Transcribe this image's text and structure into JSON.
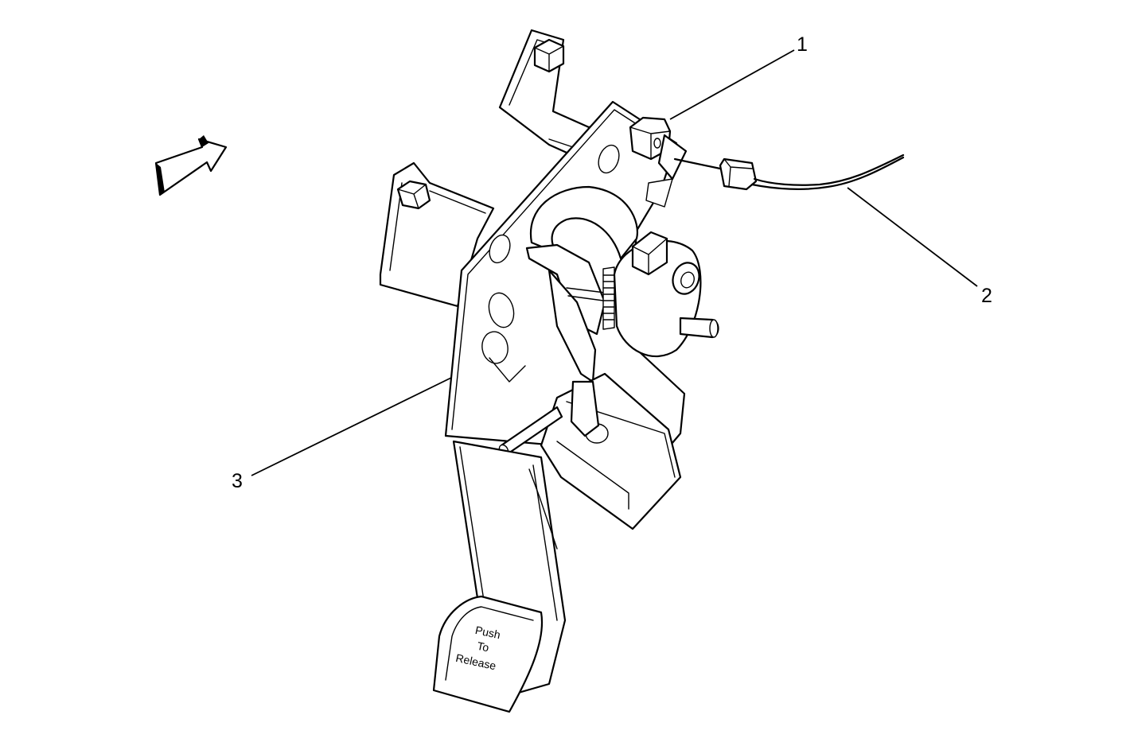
{
  "callouts": {
    "c1": "1",
    "c2": "2",
    "c3": "3"
  },
  "pedal_label": {
    "line1": "Push",
    "line2": "To",
    "line3": "Release"
  },
  "icons": {
    "view_arrow": "direction-arrow-icon"
  }
}
